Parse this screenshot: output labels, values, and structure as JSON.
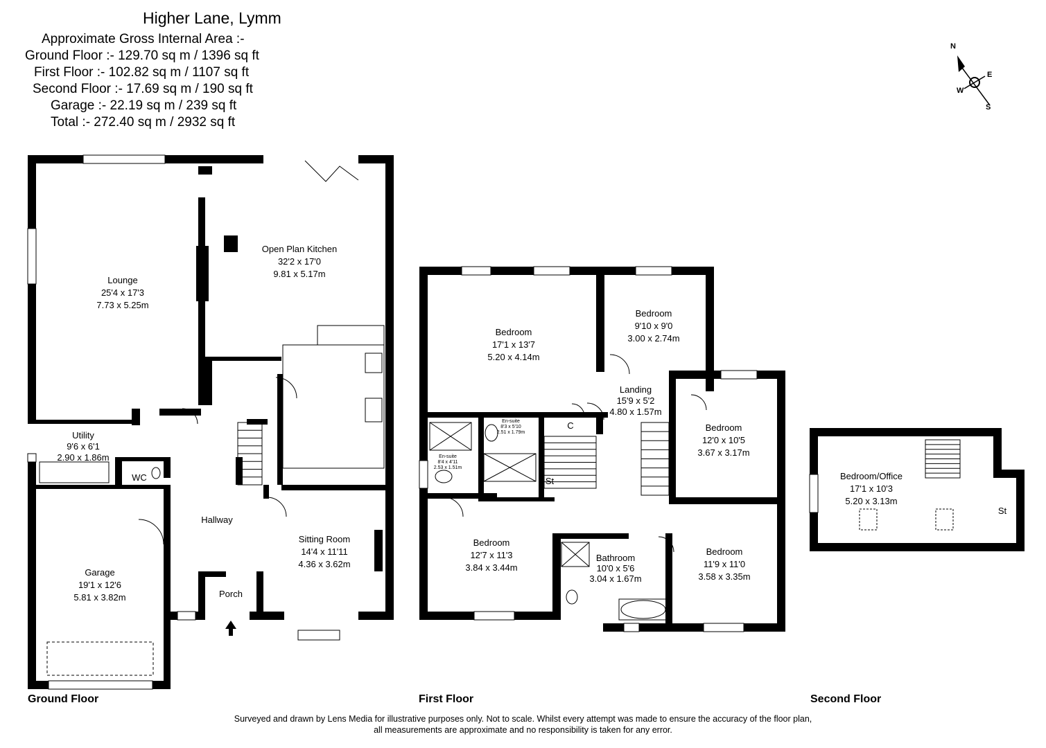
{
  "header": {
    "title": "Higher Lane, Lymm",
    "area_heading": "Approximate Gross Internal Area :-",
    "areas": [
      "Ground Floor :- 129.70 sq m / 1396 sq ft",
      "First Floor :- 102.82 sq m / 1107 sq ft",
      "Second Floor :- 17.69 sq m / 190 sq ft",
      "Garage :- 22.19 sq m / 239 sq ft",
      "Total :- 272.40 sq m / 2932 sq ft"
    ]
  },
  "compass": {
    "n": "N",
    "e": "E",
    "s": "S",
    "w": "W"
  },
  "floors": {
    "ground": {
      "label": "Ground Floor",
      "rooms": {
        "lounge": [
          "Lounge",
          "25'4 x 17'3",
          "7.73 x 5.25m"
        ],
        "kitchen": [
          "Open Plan Kitchen",
          "32'2 x 17'0",
          "9.81 x 5.17m"
        ],
        "utility": [
          "Utility",
          "9'6 x 6'1",
          "2.90 x 1.86m"
        ],
        "wc": [
          "WC"
        ],
        "hallway": [
          "Hallway"
        ],
        "garage": [
          "Garage",
          "19'1 x 12'6",
          "5.81 x 3.82m"
        ],
        "porch": [
          "Porch"
        ],
        "sitting": [
          "Sitting Room",
          "14'4 x 11'11",
          "4.36 x 3.62m"
        ]
      }
    },
    "first": {
      "label": "First Floor",
      "rooms": {
        "bed1": [
          "Bedroom",
          "17'1 x 13'7",
          "5.20 x 4.14m"
        ],
        "bed2": [
          "Bedroom",
          "9'10 x 9'0",
          "3.00 x 2.74m"
        ],
        "landing": [
          "Landing",
          "15'9 x 5'2",
          "4.80 x 1.57m"
        ],
        "bed3": [
          "Bedroom",
          "12'0 x 10'5",
          "3.67 x 3.17m"
        ],
        "ensuite1": [
          "En-suite",
          "8'3 x 5'10",
          "2.51 x 1.79m"
        ],
        "ensuite2": [
          "En-suite",
          "8'4 x 4'11",
          "2.53 x 1.51m"
        ],
        "cupboard": [
          "C"
        ],
        "store": [
          "St"
        ],
        "bed4": [
          "Bedroom",
          "12'7 x 11'3",
          "3.84 x 3.44m"
        ],
        "bathroom": [
          "Bathroom",
          "10'0 x 5'6",
          "3.04 x 1.67m"
        ],
        "bed5": [
          "Bedroom",
          "11'9 x 11'0",
          "3.58 x 3.35m"
        ]
      }
    },
    "second": {
      "label": "Second Floor",
      "rooms": {
        "office": [
          "Bedroom/Office",
          "17'1 x 10'3",
          "5.20 x 3.13m"
        ],
        "store": [
          "St"
        ]
      }
    }
  },
  "disclaimer": [
    "Surveyed and drawn by Lens Media for illustrative purposes only. Not to scale. Whilst every attempt was made to ensure the accuracy of the floor plan,",
    "all measurements are approximate and no responsibility is taken for any error."
  ]
}
